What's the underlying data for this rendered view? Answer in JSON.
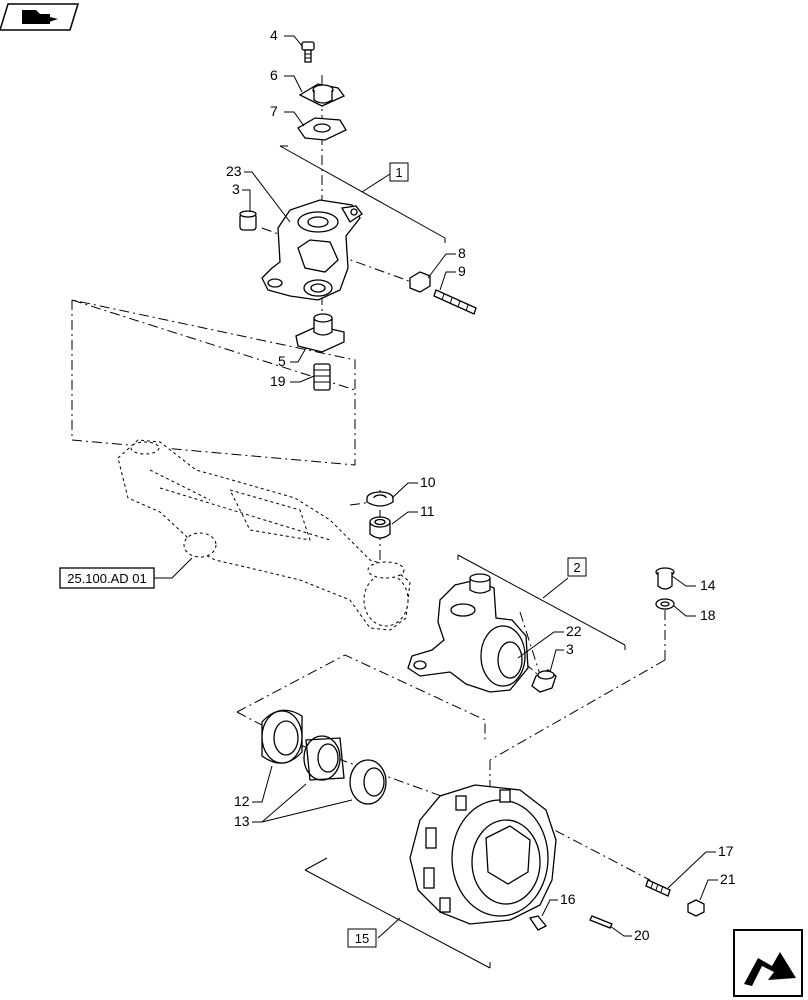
{
  "callouts": [
    "4",
    "6",
    "7",
    "23",
    "3",
    "8",
    "9",
    "5",
    "19",
    "10",
    "11",
    "14",
    "18",
    "22",
    "3",
    "12",
    "13",
    "17",
    "21",
    "16",
    "20"
  ],
  "boxes": {
    "box_1": "1",
    "box_2": "2",
    "box_15": "15",
    "reference": "25.100.AD 01"
  },
  "icons": {
    "top_left": "book-nav-icon",
    "bottom_right": "next-page-arrow-icon"
  }
}
